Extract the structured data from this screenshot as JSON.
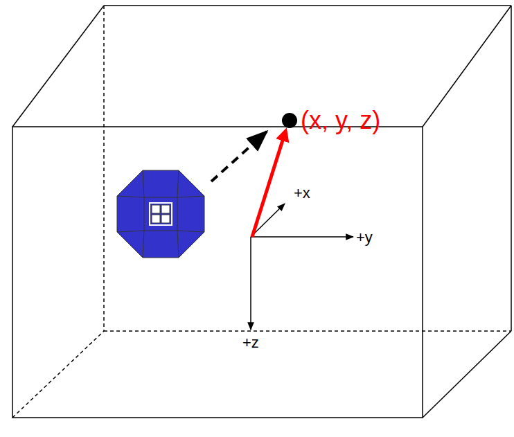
{
  "diagram": {
    "labels": [
      "(x, y, z)",
      "+x",
      "+y",
      "+z"
    ]
  }
}
